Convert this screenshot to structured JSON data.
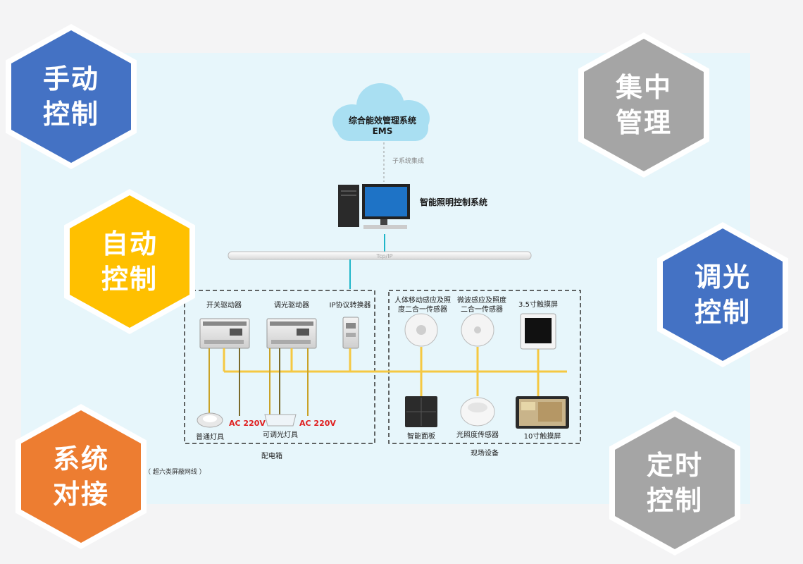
{
  "badges": {
    "manual": {
      "line1": "手动",
      "line2": "控制",
      "color": "#4472c4"
    },
    "auto": {
      "line1": "自动",
      "line2": "控制",
      "color": "#ffc000"
    },
    "integration": {
      "line1": "系统",
      "line2": "对接",
      "color": "#ed7d31"
    },
    "central": {
      "line1": "集中",
      "line2": "管理",
      "color": "#a5a5a5"
    },
    "dimming": {
      "line1": "调光",
      "line2": "控制",
      "color": "#4472c4"
    },
    "timer": {
      "line1": "定时",
      "line2": "控制",
      "color": "#a5a5a5"
    }
  },
  "diagram": {
    "cloud_line1": "综合能效管理系统",
    "cloud_line2": "EMS",
    "subsystem_label": "子系统集成",
    "control_system": "智能照明控制系统",
    "bus_label": "Tcp/IP",
    "cabinet": {
      "switch_driver": "开关驱动器",
      "dimming_driver": "调光驱动器",
      "ip_converter": "IP协议转换器",
      "normal_light": "普通灯具",
      "dimmable_light": "可调光灯具",
      "ac1": "AC 220V",
      "ac2": "AC 220V",
      "caption": "配电箱"
    },
    "field": {
      "pir_line1": "人体移动感应及照",
      "pir_line2": "度二合一传感器",
      "mw_line1": "微波感应及照度",
      "mw_line2": "二合一传感器",
      "touch35": "3.5寸触摸屏",
      "panel": "智能面板",
      "lux": "光照度传感器",
      "touch10": "10寸触摸屏",
      "caption": "现场设备"
    },
    "cable_note": "（ 超六类屏蔽网线 ）",
    "colors": {
      "bus_line": "#f5c842",
      "drop_line": "#c9a227",
      "cyan_line": "#1fb6c9"
    }
  }
}
